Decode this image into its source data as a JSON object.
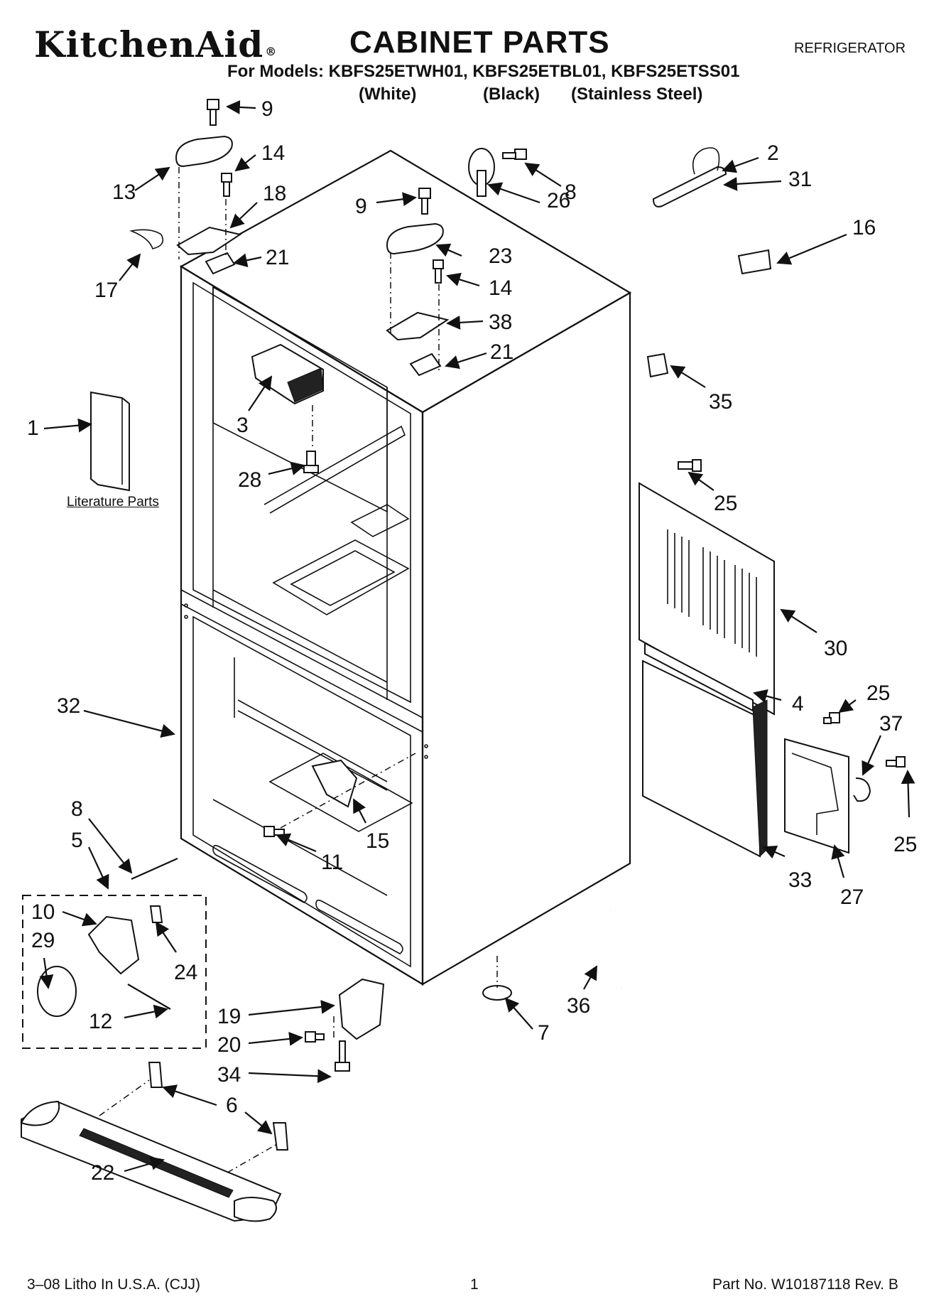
{
  "header": {
    "brand": "KitchenAid",
    "brand_mark": "®",
    "title": "CABINET PARTS",
    "category": "REFRIGERATOR",
    "models_line": "For Models: KBFS25ETWH01, KBFS25ETBL01, KBFS25ETSS01",
    "variants": [
      "(White)",
      "(Black)",
      "(Stainless Steel)"
    ]
  },
  "diagram": {
    "literature_label": "Literature Parts",
    "callouts": [
      "9",
      "14",
      "13",
      "18",
      "17",
      "21",
      "9",
      "23",
      "14",
      "38",
      "21",
      "8",
      "26",
      "2",
      "31",
      "16",
      "35",
      "1",
      "3",
      "28",
      "25",
      "30",
      "4",
      "25",
      "37",
      "32",
      "25",
      "33",
      "27",
      "8",
      "5",
      "15",
      "11",
      "10",
      "29",
      "24",
      "12",
      "19",
      "7",
      "36",
      "20",
      "34",
      "6",
      "22"
    ]
  },
  "footer": {
    "left": "3–08 Litho In U.S.A. (CJJ)",
    "page": "1",
    "right": "Part No. W10187118 Rev. B"
  }
}
